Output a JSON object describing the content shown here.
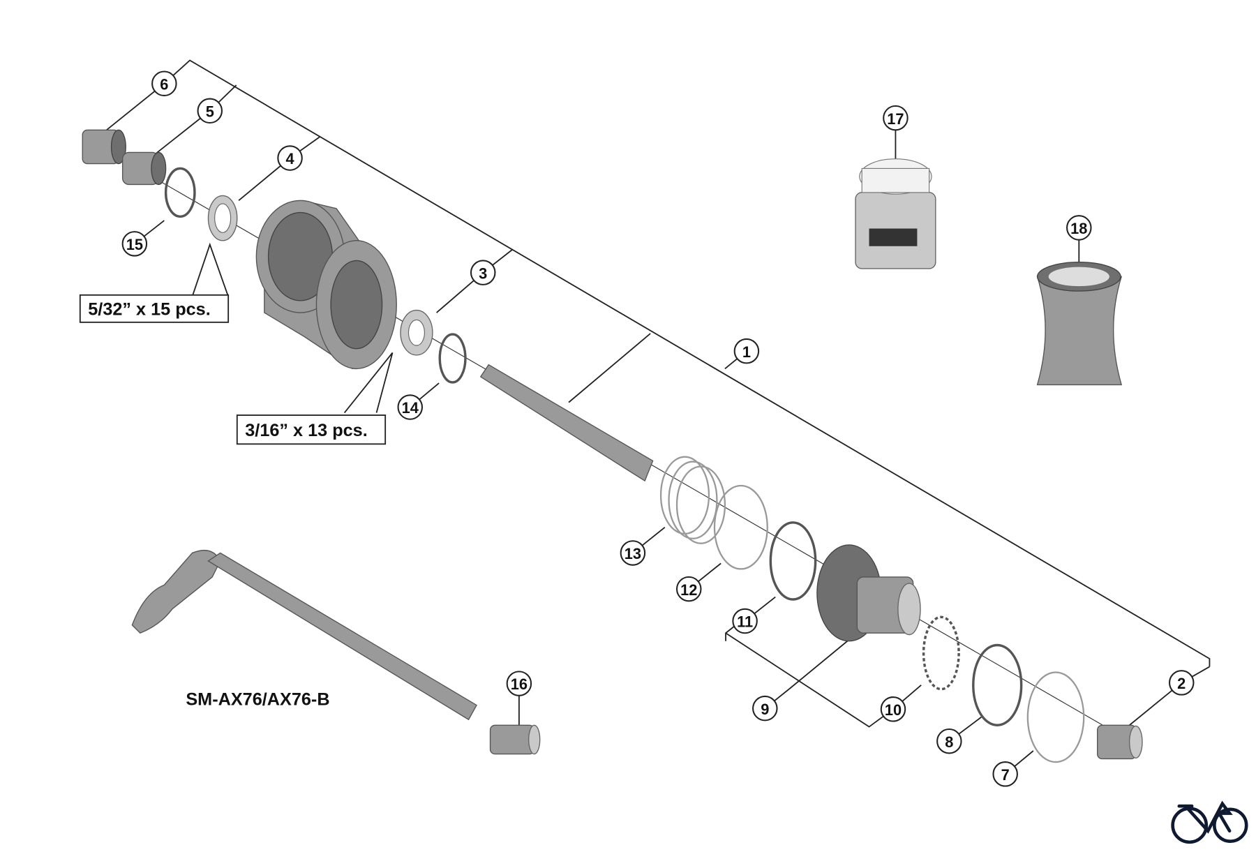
{
  "diagram": {
    "callouts": [
      {
        "id": "1",
        "label": "1"
      },
      {
        "id": "2",
        "label": "2"
      },
      {
        "id": "3",
        "label": "3"
      },
      {
        "id": "4",
        "label": "4"
      },
      {
        "id": "5",
        "label": "5"
      },
      {
        "id": "6",
        "label": "6"
      },
      {
        "id": "7",
        "label": "7"
      },
      {
        "id": "8",
        "label": "8"
      },
      {
        "id": "9",
        "label": "9"
      },
      {
        "id": "10",
        "label": "10"
      },
      {
        "id": "11",
        "label": "11"
      },
      {
        "id": "12",
        "label": "12"
      },
      {
        "id": "13",
        "label": "13"
      },
      {
        "id": "14",
        "label": "14"
      },
      {
        "id": "15",
        "label": "15"
      },
      {
        "id": "16",
        "label": "16"
      },
      {
        "id": "17",
        "label": "17"
      },
      {
        "id": "18",
        "label": "18"
      }
    ],
    "ball_label_left": "5/32” x 15 pcs.",
    "ball_label_right": "3/16” x 13 pcs.",
    "axle_model": "SM-AX76/AX76-B",
    "logo_name": "bicycle-logo",
    "colors": {
      "line": "#222222",
      "part": "#9a9a9a",
      "logo": "#0f1a30"
    }
  }
}
